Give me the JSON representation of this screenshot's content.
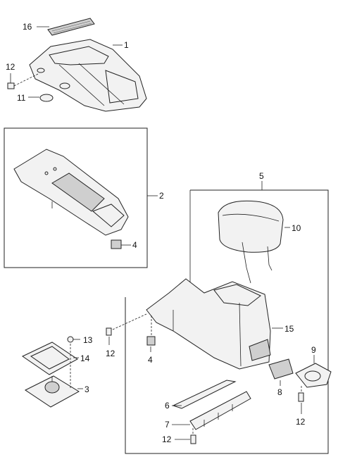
{
  "callouts": {
    "c1": "1",
    "c2": "2",
    "c3": "3",
    "c4a": "4",
    "c4b": "4",
    "c5": "5",
    "c6": "6",
    "c7": "7",
    "c8": "8",
    "c9": "9",
    "c10": "10",
    "c11": "11",
    "c12a": "12",
    "c12b": "12",
    "c12c": "12",
    "c12d": "12",
    "c13": "13",
    "c14": "14",
    "c15": "15",
    "c16": "16"
  }
}
